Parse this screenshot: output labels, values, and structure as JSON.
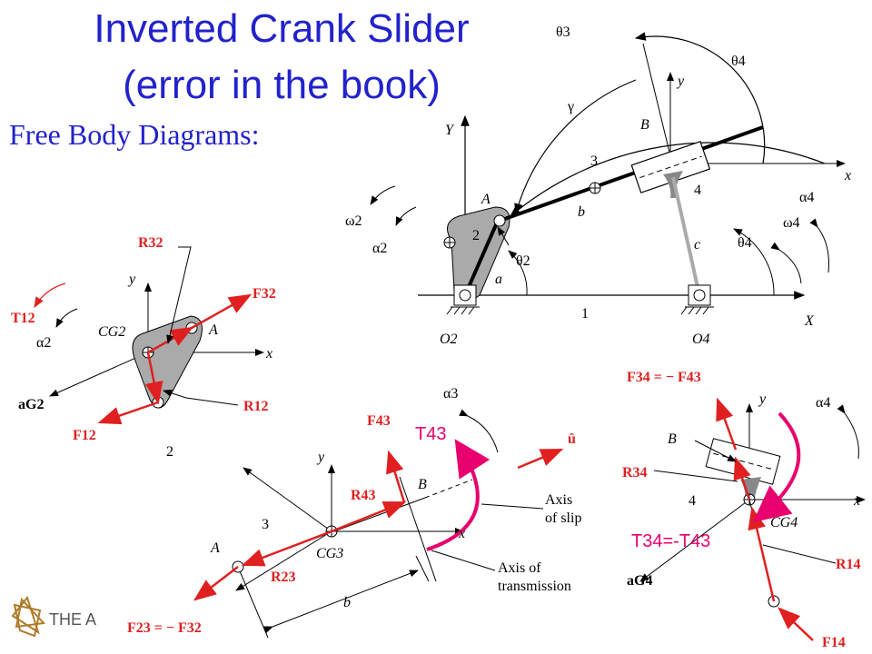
{
  "title_line1": "Inverted Crank Slider",
  "title_line2": "(error in the book)",
  "subtitle": "Free Body Diagrams:",
  "logo_text": "THE A",
  "mechanism": {
    "theta3": "θ3",
    "theta4": "θ4",
    "gamma": "γ",
    "y_small": "y",
    "x_small": "x",
    "B": "B",
    "Y": "Y",
    "X": "X",
    "A": "A",
    "n3": "3",
    "n4": "4",
    "n2": "2",
    "b": "b",
    "c": "c",
    "a": "a",
    "theta2": "θ2",
    "n1": "1",
    "O2": "O2",
    "O4": "O4",
    "omega2": "ω2",
    "alpha2": "α2",
    "alpha4": "α4",
    "omega4": "ω4",
    "theta4b": "θ4"
  },
  "fbd2": {
    "R32": "R32",
    "F32": "F32",
    "T12": "T12",
    "alpha2": "α2",
    "y": "y",
    "CG2": "CG2",
    "A": "A",
    "x": "x",
    "aG2": "aG2",
    "R12": "R12",
    "F12": "F12",
    "n2": "2"
  },
  "fbd3": {
    "alpha3": "α3",
    "F43": "F43",
    "T43": "T43",
    "u": "û",
    "y": "y",
    "B": "B",
    "R43": "R43",
    "axis_slip_1": "Axis",
    "axis_slip_2": "of slip",
    "n3": "3",
    "CG3": "CG3",
    "x": "x",
    "A": "A",
    "R23": "R23",
    "axis_trans_1": "Axis of",
    "axis_trans_2": "transmission",
    "b": "b",
    "F23eq": "F23 = − F32"
  },
  "fbd4": {
    "F34eq": "F34 = − F43",
    "y": "y",
    "alpha4": "α4",
    "B": "B",
    "R34": "R34",
    "n4": "4",
    "CG4": "CG4",
    "x": "x",
    "T34": "T34=-T43",
    "aG4": "aG4",
    "R14": "R14",
    "F14": "F14"
  }
}
